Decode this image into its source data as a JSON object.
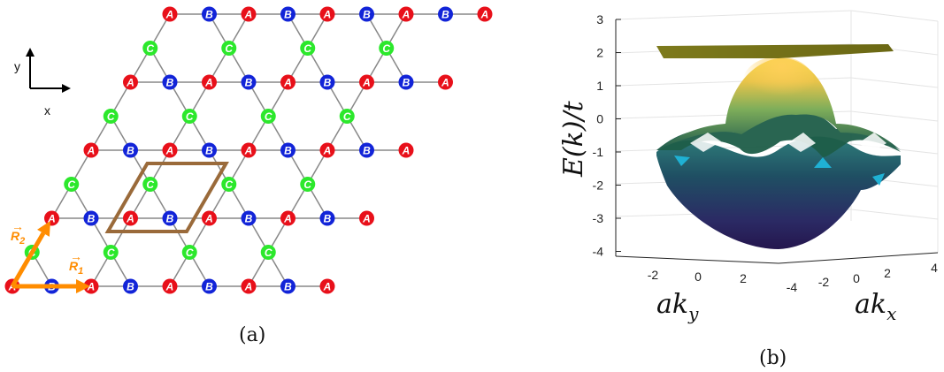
{
  "figure": {
    "panel_a_label": "(a)",
    "panel_b_label": "(b)"
  },
  "lattice": {
    "site_labels": {
      "A": "A",
      "B": "B",
      "C": "C"
    },
    "site_colors": {
      "A": "#e8101a",
      "B": "#1224d8",
      "C": "#2ce82c"
    },
    "bond_color": "#888888",
    "unit_cell_color": "#9a6a3a",
    "vector_color": "#ff8c00",
    "axis_labels": {
      "x": "x",
      "y": "y"
    },
    "vectors": {
      "R1": "R",
      "R1_sub": "1",
      "R2": "R",
      "R2_sub": "2"
    }
  },
  "band_plot": {
    "zlabel": "E(k)/t",
    "xlabel": "ak",
    "xlabel_sub": "x",
    "ylabel": "ak",
    "ylabel_sub": "y",
    "z_ticks": [
      "3",
      "2",
      "1",
      "0",
      "-1",
      "-2",
      "-3",
      "-4"
    ],
    "ky_ticks": [
      "-2",
      "0",
      "2"
    ],
    "kx_ticks": [
      "-4",
      "-2",
      "0",
      "2",
      "4"
    ],
    "flat_band_energy": 2,
    "colors": {
      "flat": "#8a8a1e",
      "top": "#f6e23a",
      "mid": "#2fa59a",
      "bottom": "#2a1e5c",
      "edge": "#1a9bc4"
    }
  }
}
